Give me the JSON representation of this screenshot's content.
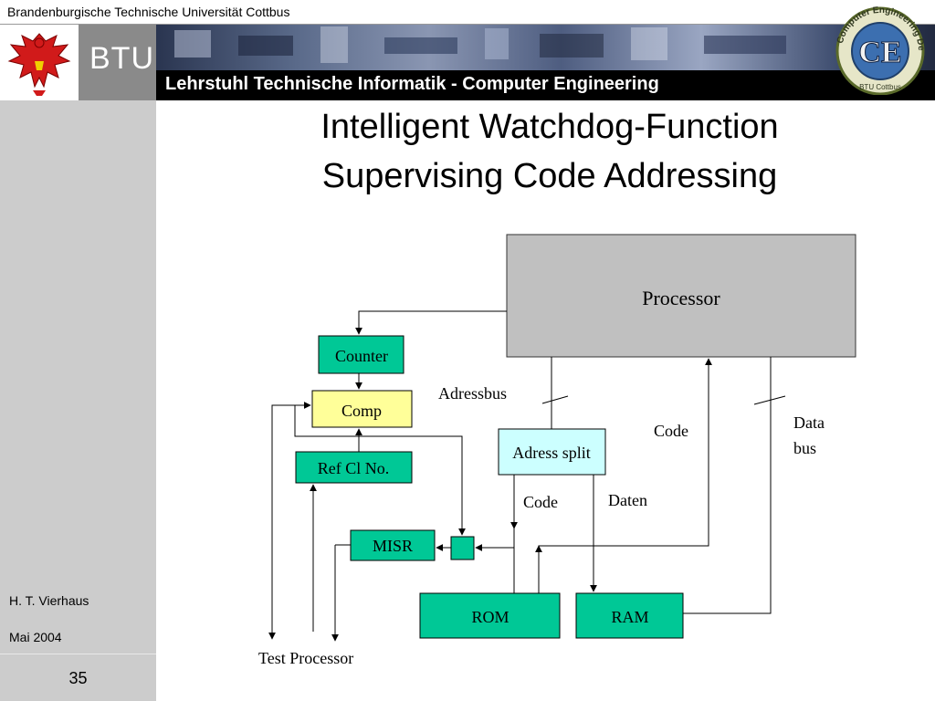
{
  "header": {
    "university": "Brandenburgische Technische Universität Cottbus",
    "btu": "BTU",
    "chair": "Lehrstuhl Technische Informatik - Computer Engineering",
    "logo_letters": "CE",
    "logo_ring_text": "Computer Engineering Dept.",
    "logo_bottom_text": "BTU Cottbus"
  },
  "slide": {
    "title_line1": "Intelligent Watchdog-Function",
    "title_line2": "Supervising Code Addressing"
  },
  "sidebar": {
    "author": "H. T. Vierhaus",
    "date": "Mai 2004",
    "page": "35"
  },
  "diagram": {
    "processor": "Processor",
    "counter": "Counter",
    "comp": "Comp",
    "ref": "Ref Cl No.",
    "misr": "MISR",
    "split": "Adress split",
    "rom": "ROM",
    "ram": "RAM",
    "adressbus": "Adressbus",
    "code_right": "Code",
    "data_bus_1": "Data",
    "data_bus_2": "bus",
    "code_left": "Code",
    "daten": "Daten",
    "test": "Test Processor"
  },
  "colors": {
    "teal": "#00c896",
    "comp_yellow": "#ffff99",
    "split_cyan": "#ccffff",
    "processor_gray": "#c0c0c0",
    "sidebar_gray": "#cccccc"
  }
}
